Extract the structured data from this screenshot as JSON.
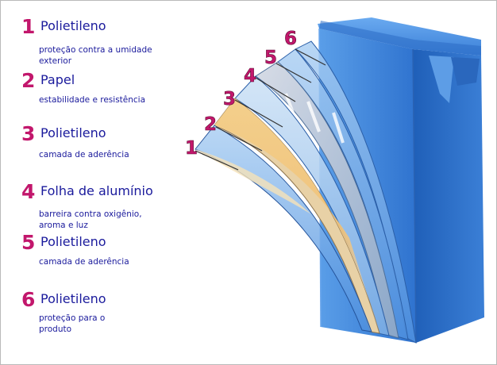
{
  "legend": [
    {
      "number": "1",
      "title": "Polietileno",
      "lines": [
        "proteção contra a umidade",
        "exterior"
      ]
    },
    {
      "number": "2",
      "title": "Papel",
      "lines": [
        "estabilidade e resistência"
      ]
    },
    {
      "number": "3",
      "title": "Polietileno",
      "lines": [
        "camada de aderência"
      ]
    },
    {
      "number": "4",
      "title": "Folha de alumínio",
      "lines": [
        "barreira contra oxigênio,",
        "aroma e luz"
      ]
    },
    {
      "number": "5",
      "title": "Polietileno",
      "lines": [
        "camada de aderência"
      ]
    },
    {
      "number": "6",
      "title": "Polietileno",
      "lines": [
        "proteção para o",
        "produto"
      ]
    }
  ],
  "diagram_markers": [
    "1",
    "2",
    "3",
    "4",
    "5",
    "6"
  ],
  "colors": {
    "number": "#c2176c",
    "text": "#1a1a9c",
    "carton_front": "#3d86d8",
    "carton_side": "#2f6fc4",
    "paper_layer": "#f2c77e"
  }
}
